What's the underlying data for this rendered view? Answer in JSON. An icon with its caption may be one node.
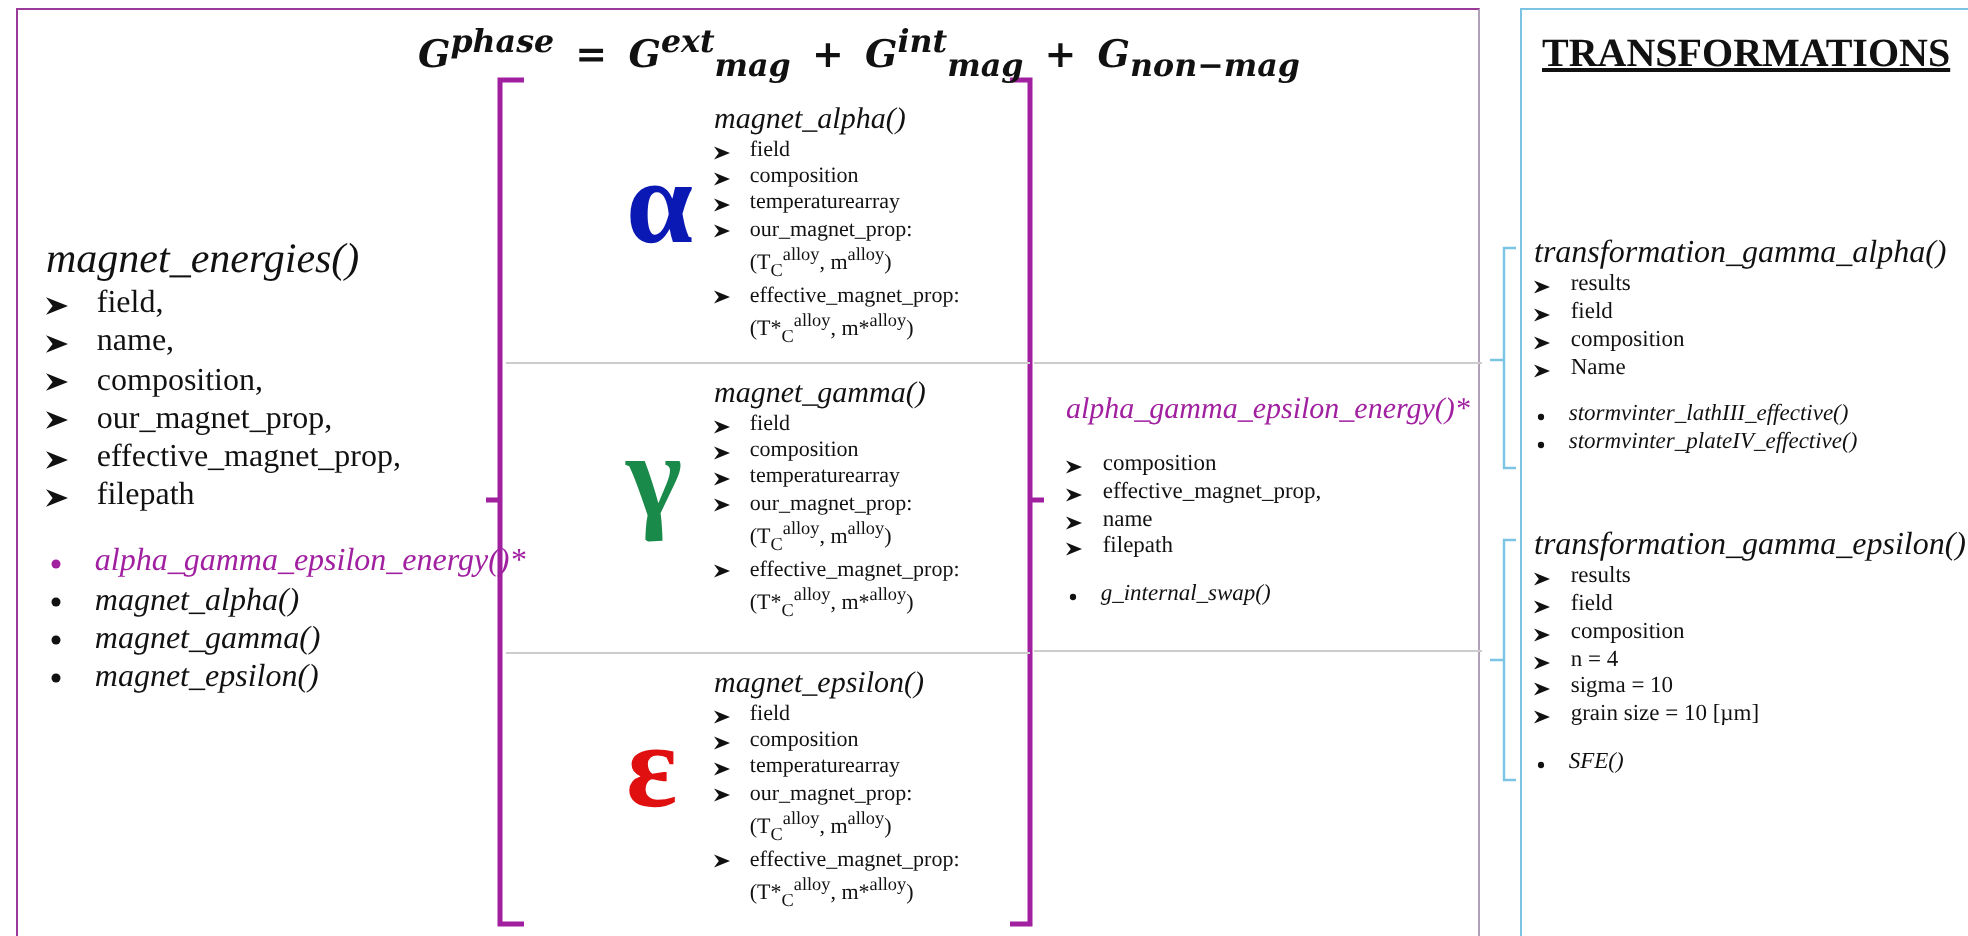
{
  "diagram": {
    "nodes": [
      {
        "text": [
          "G$^{phase}$ = G$^{ext}$$_{mag}$ + G$^{int}$$_{mag}$ + G$_{non−mag}$"
        ]
      },
      {
        "text": [
          "magnet_energies()",
          "field,",
          "name,",
          "composition,",
          "our_magnet_prop,",
          "effective_magnet_prop,",
          "filepath",
          "alpha_gamma_epsilon_energy()*",
          "magnet_alpha()",
          "magnet_gamma()",
          "magnet_epsilon()"
        ],
        "in": 0
      },
      {
        "text": [
          "α",
          "magnet_alpha()",
          "field",
          "composition",
          "temperaturearray",
          "our_magnet_prop: (T$_{C}$$^{alloy}$, m$^{alloy}$)",
          "effective_magnet_prop: (T*$_{C}$$^{alloy}$, m*$^{alloy}$)"
        ],
        "in": 0
      },
      {
        "text": [
          "γ",
          "magnet_gamma()",
          "field",
          "composition",
          "temperaturearray",
          "our_magnet_prop: (T$_{C}$$^{alloy}$, m$^{alloy}$)",
          "effective_magnet_prop: (T*$_{C}$$^{alloy}$, m*$^{alloy}$)"
        ],
        "in": 0
      },
      {
        "text": [
          "ε",
          "magnet_epsilon()",
          "field",
          "composition",
          "temperaturearray",
          "our_magnet_prop: (T$_{C}$$^{alloy}$, m$^{alloy}$)",
          "effective_magnet_prop: (T*$_{C}$$^{alloy}$, m*$^{alloy}$)"
        ],
        "in": 0
      },
      {
        "text": [
          "alpha_gamma_epsilon_energy()*",
          "composition",
          "effective_magnet_prop,",
          "name",
          "filepath",
          "g_internal_swap()"
        ],
        "in": 0
      },
      {
        "text": [
          "TRANSFORMATIONS"
        ]
      },
      {
        "text": [
          "transformation_gamma_alpha()",
          "results",
          "field",
          "composition",
          "Name",
          "stormvinter_lathIII_effective()",
          "stormvinter_plateIV_effective()"
        ],
        "in": 6
      },
      {
        "text": [
          "transformation_gamma_epsilon()",
          "results",
          "field",
          "composition",
          "n = 4",
          "sigma = 10",
          "grain size = 10 [µm]",
          "SFE()"
        ],
        "in": 6
      }
    ],
    "edges": []
  }
}
